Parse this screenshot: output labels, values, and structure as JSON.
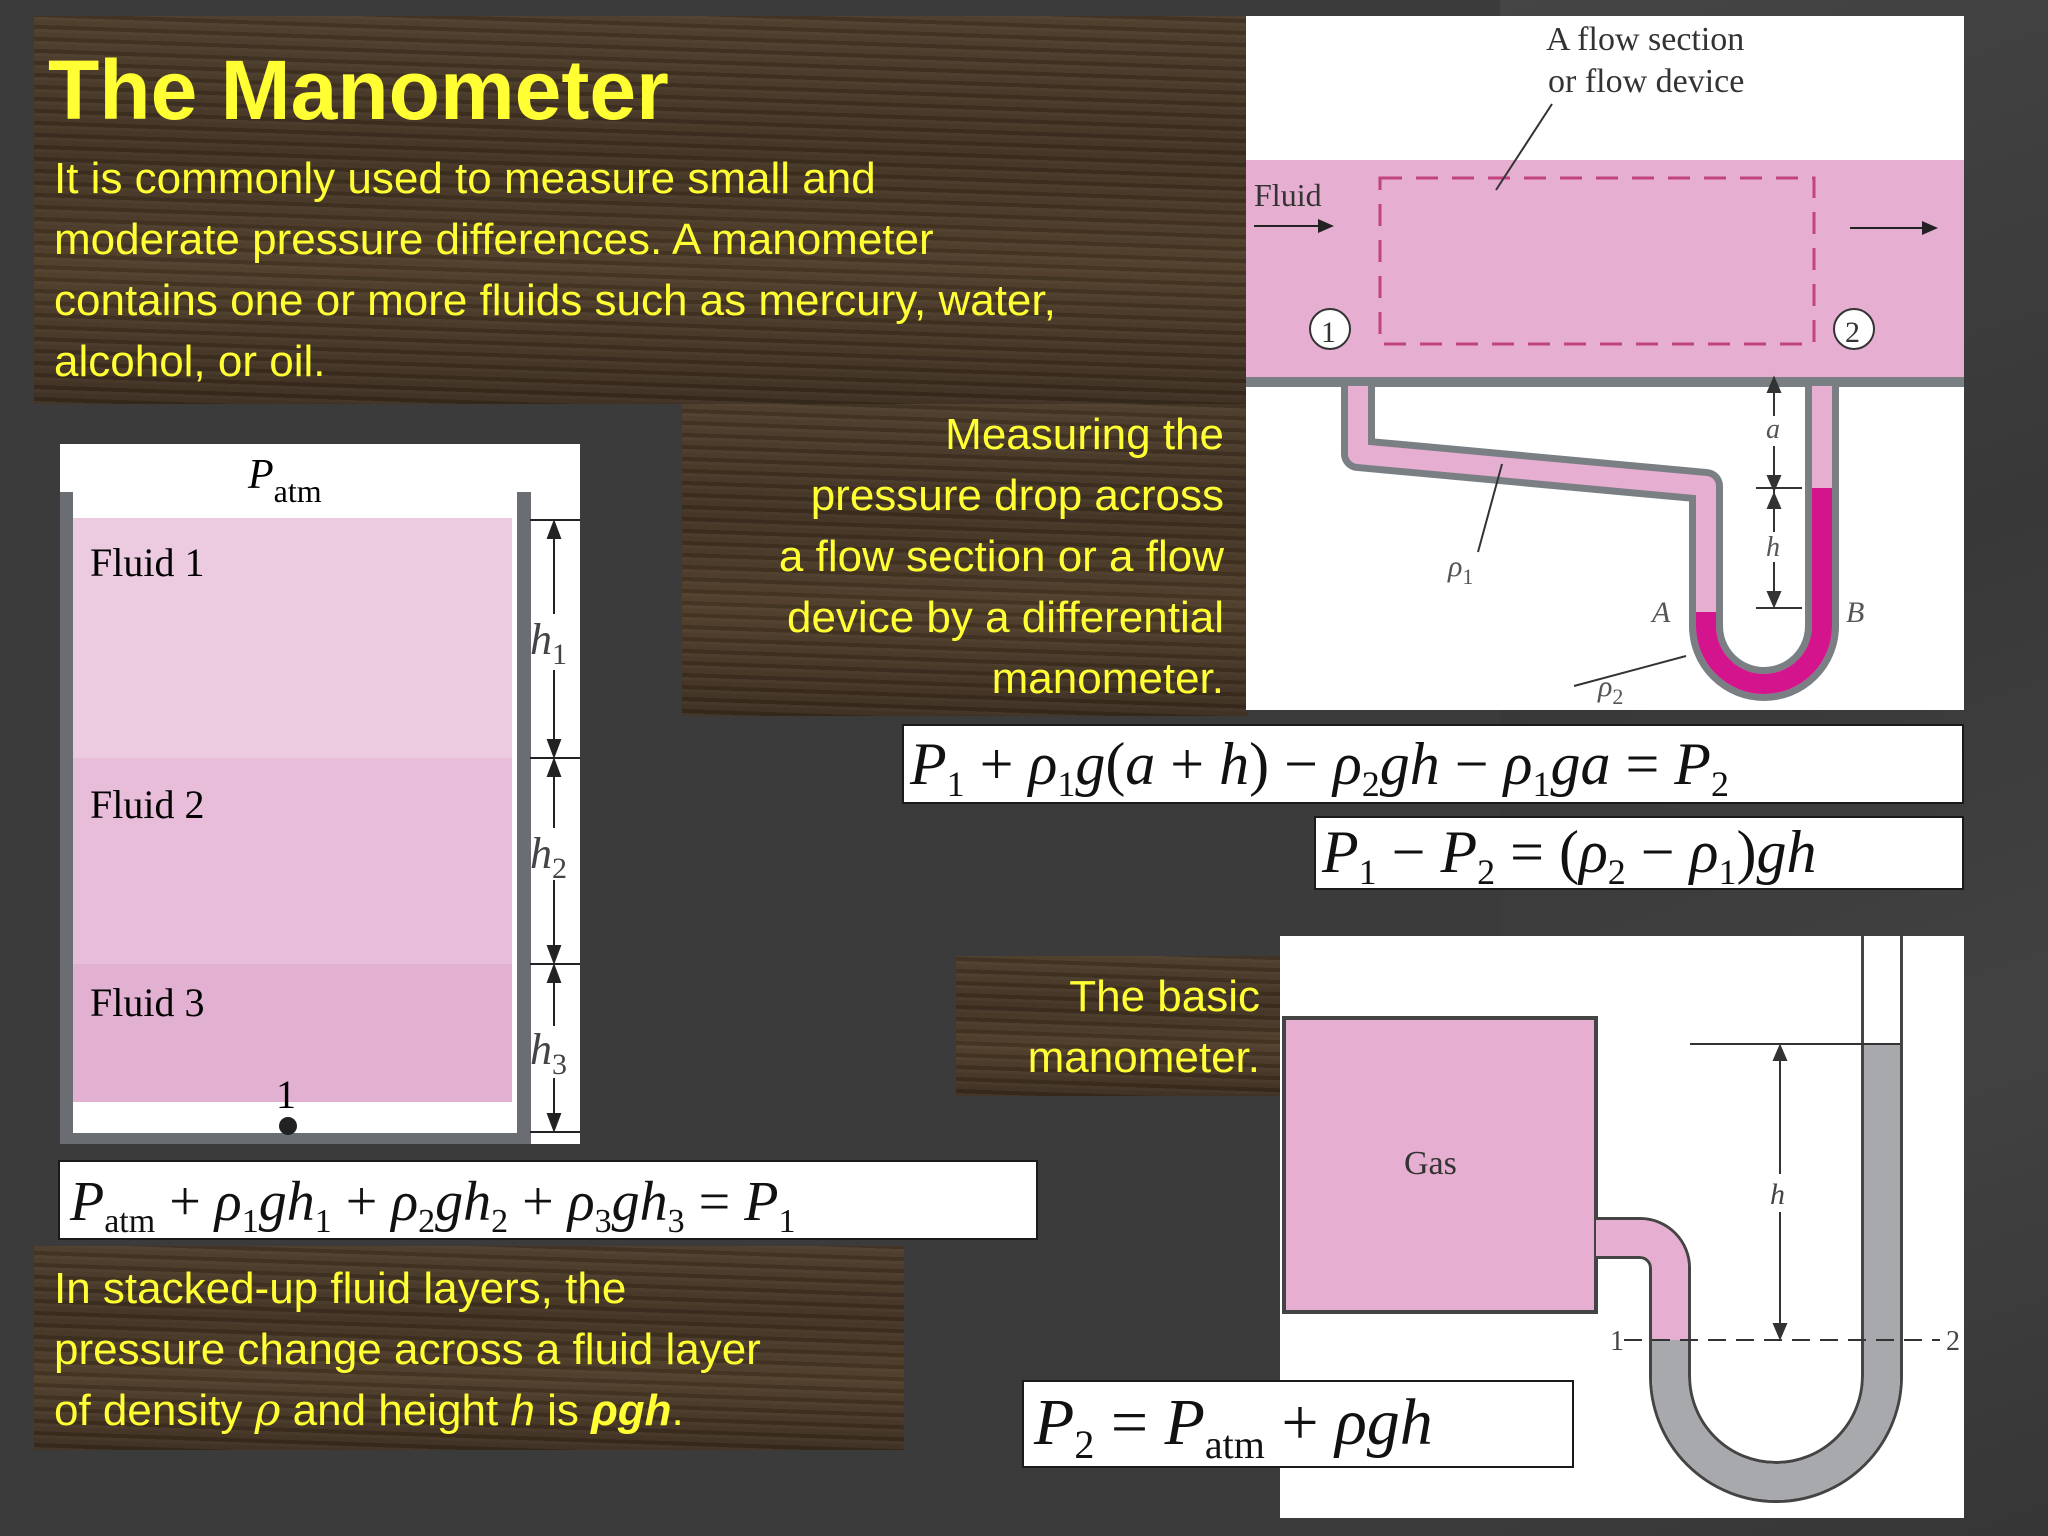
{
  "title": "The Manometer",
  "intro": {
    "line1": "It is commonly used to measure small and",
    "line2": "moderate pressure differences. A manometer",
    "line3": "contains one or more fluids such as mercury, water,",
    "line4": "alcohol, or oil."
  },
  "flow_caption": {
    "line1": "Measuring the",
    "line2": "pressure drop across",
    "line3": "a flow section or a flow",
    "line4": "device by a differential",
    "line5": "manometer."
  },
  "basic_caption": {
    "line1": "The basic",
    "line2": "manometer."
  },
  "stacked_caption": {
    "line1": "In stacked-up fluid layers, the",
    "line2": "pressure change across a fluid layer",
    "line3_pre": "of density ",
    "rho": "ρ",
    "line3_mid": " and height ",
    "h": "h",
    "line3_post": " is ",
    "rho_gh": "ρgh",
    "period": "."
  },
  "stack_figure": {
    "patm": "P",
    "patm_sub": "atm",
    "fluid1": "Fluid 1",
    "fluid2": "Fluid 2",
    "fluid3": "Fluid 3",
    "h1": "h",
    "h1_sub": "1",
    "h2": "h",
    "h2_sub": "2",
    "h3": "h",
    "h3_sub": "3",
    "point": "1"
  },
  "flow_figure": {
    "label_top1": "A flow section",
    "label_top2": "or flow device",
    "fluid": "Fluid",
    "point1": "1",
    "point2": "2",
    "a": "a",
    "h": "h",
    "rho1": "ρ",
    "rho1_sub": "1",
    "rho2": "ρ",
    "rho2_sub": "2",
    "A": "A",
    "B": "B"
  },
  "basic_figure": {
    "gas": "Gas",
    "h": "h",
    "level1": "1",
    "level2": "2"
  },
  "equations": {
    "stack": "P_atm + ρ1gh1 + ρ2gh2 + ρ3gh3 = P1",
    "flow_full": "P1 + ρ1g(a + h) − ρ2gh − ρ1ga = P2",
    "flow_simple": "P1 − P2 = (ρ2 − ρ1)gh",
    "basic": "P2 = Patm + ρgh"
  },
  "colors": {
    "accent_text": "#ffff33",
    "fluid_pink": "#e8b3d2",
    "manometer_magenta": "#d4148c",
    "background": "#3b3b3b"
  }
}
